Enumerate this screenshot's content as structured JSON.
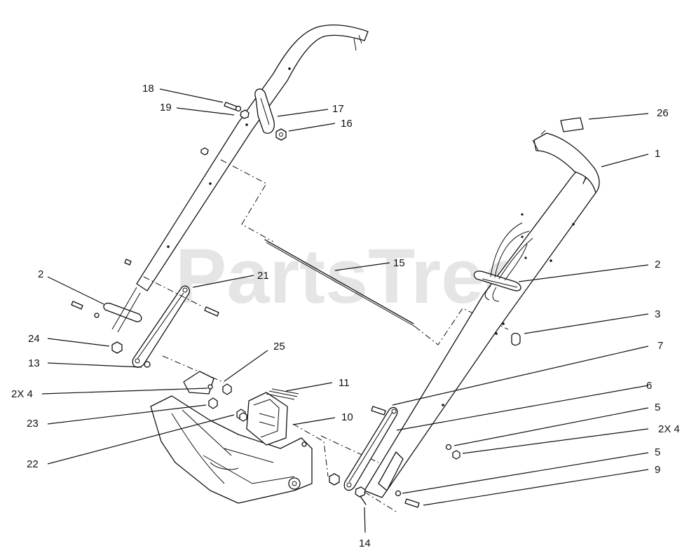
{
  "watermark": "PartsTree",
  "callouts": [
    {
      "id": "18",
      "text": "18"
    },
    {
      "id": "19",
      "text": "19"
    },
    {
      "id": "17",
      "text": "17"
    },
    {
      "id": "16",
      "text": "16"
    },
    {
      "id": "26",
      "text": "26"
    },
    {
      "id": "1",
      "text": "1"
    },
    {
      "id": "15",
      "text": "15"
    },
    {
      "id": "21",
      "text": "21"
    },
    {
      "id": "2a",
      "text": "2"
    },
    {
      "id": "2b",
      "text": "2"
    },
    {
      "id": "3",
      "text": "3"
    },
    {
      "id": "24",
      "text": "24"
    },
    {
      "id": "25",
      "text": "25"
    },
    {
      "id": "7",
      "text": "7"
    },
    {
      "id": "13",
      "text": "13"
    },
    {
      "id": "11",
      "text": "11"
    },
    {
      "id": "6",
      "text": "6"
    },
    {
      "id": "2x4a",
      "text": "2X 4"
    },
    {
      "id": "5a",
      "text": "5"
    },
    {
      "id": "23",
      "text": "23"
    },
    {
      "id": "10",
      "text": "10"
    },
    {
      "id": "2x4b",
      "text": "2X 4"
    },
    {
      "id": "5b",
      "text": "5"
    },
    {
      "id": "22",
      "text": "22"
    },
    {
      "id": "9",
      "text": "9"
    },
    {
      "id": "14",
      "text": "14"
    }
  ]
}
